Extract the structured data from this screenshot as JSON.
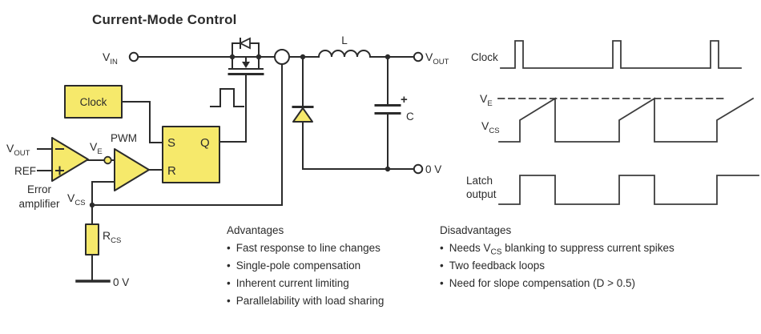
{
  "title": "Current-Mode Control",
  "colors": {
    "highlight_yellow": "#F6E96B",
    "circuit_line": "#2b2b2b",
    "waveform_line": "#3d3d3d"
  },
  "circuit": {
    "vin": {
      "main": "V",
      "sub": "IN"
    },
    "clock_label": "Clock",
    "latch": {
      "s": "S",
      "q": "Q",
      "r": "R"
    },
    "pwm_label": "PWM",
    "ve": {
      "main": "V",
      "sub": "E"
    },
    "vout_left": {
      "main": "V",
      "sub": "OUT"
    },
    "ref_label": "REF",
    "error_amp_line1": "Error",
    "error_amp_line2": "amplifier",
    "vcs": {
      "main": "V",
      "sub": "CS"
    },
    "rcs": {
      "main": "R",
      "sub": "CS"
    },
    "gnd_left": "0 V",
    "inductor_label": "L",
    "cap_plus": "+",
    "cap_label": "C",
    "vout_term": {
      "main": "V",
      "sub": "OUT"
    },
    "gnd_right": "0 V"
  },
  "waveforms": {
    "clock_label": "Clock",
    "ve_label": {
      "main": "V",
      "sub": "E"
    },
    "vcs_label": {
      "main": "V",
      "sub": "CS"
    },
    "latch_label_line1": "Latch",
    "latch_label_line2": "output"
  },
  "advantages": {
    "title": "Advantages",
    "bullet": "•",
    "items": [
      "Fast response to line changes",
      "Single-pole compensation",
      "Inherent current limiting",
      "Parallelability with load sharing"
    ]
  },
  "disadvantages": {
    "title": "Disadvantages",
    "bullet": "•",
    "items": [
      {
        "pre": "Needs V",
        "sub": "CS",
        "post": " blanking to suppress current spikes"
      },
      {
        "pre": "Two feedback loops",
        "sub": "",
        "post": ""
      },
      {
        "pre": "Need for slope compensation (D > 0.5)",
        "sub": "",
        "post": ""
      }
    ]
  }
}
